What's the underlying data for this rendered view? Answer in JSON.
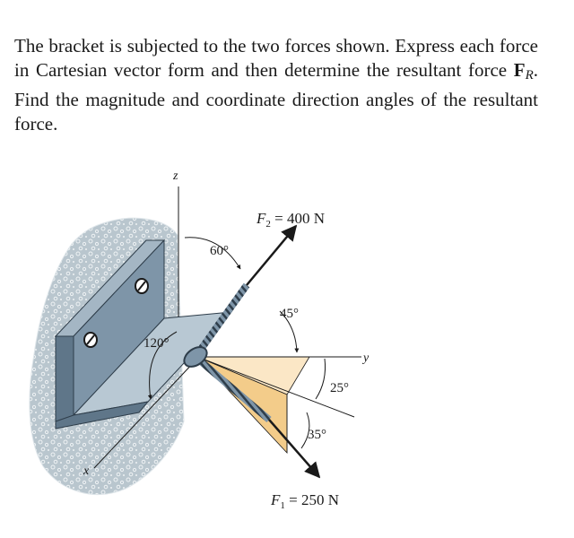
{
  "problem": {
    "text_before": "The bracket is subjected to the two forces shown. Express each force in Cartesian vector form and then determine the resultant force ",
    "resultant_symbol": "F",
    "resultant_subscript": "R",
    "text_after": ". Find the magnitude and coordinate direction angles of the resultant force."
  },
  "figure": {
    "axis_z": "z",
    "axis_y": "y",
    "axis_x": "x",
    "force2_symbol": "F",
    "force2_subscript": "2",
    "force2_value": " = 400 N",
    "force1_symbol": "F",
    "force1_subscript": "1",
    "force1_value": " = 250 N",
    "angle_60": "60°",
    "angle_45": "45°",
    "angle_120": "120°",
    "angle_25": "25°",
    "angle_35": "35°"
  },
  "colors": {
    "wall": "#b8c4cc",
    "bracket_front": "#7e95a8",
    "bracket_top": "#a4b6c4",
    "plane_light": "#fbe7c6",
    "plane_dark": "#f3cc8a",
    "arrow": "#1a1a1a"
  }
}
